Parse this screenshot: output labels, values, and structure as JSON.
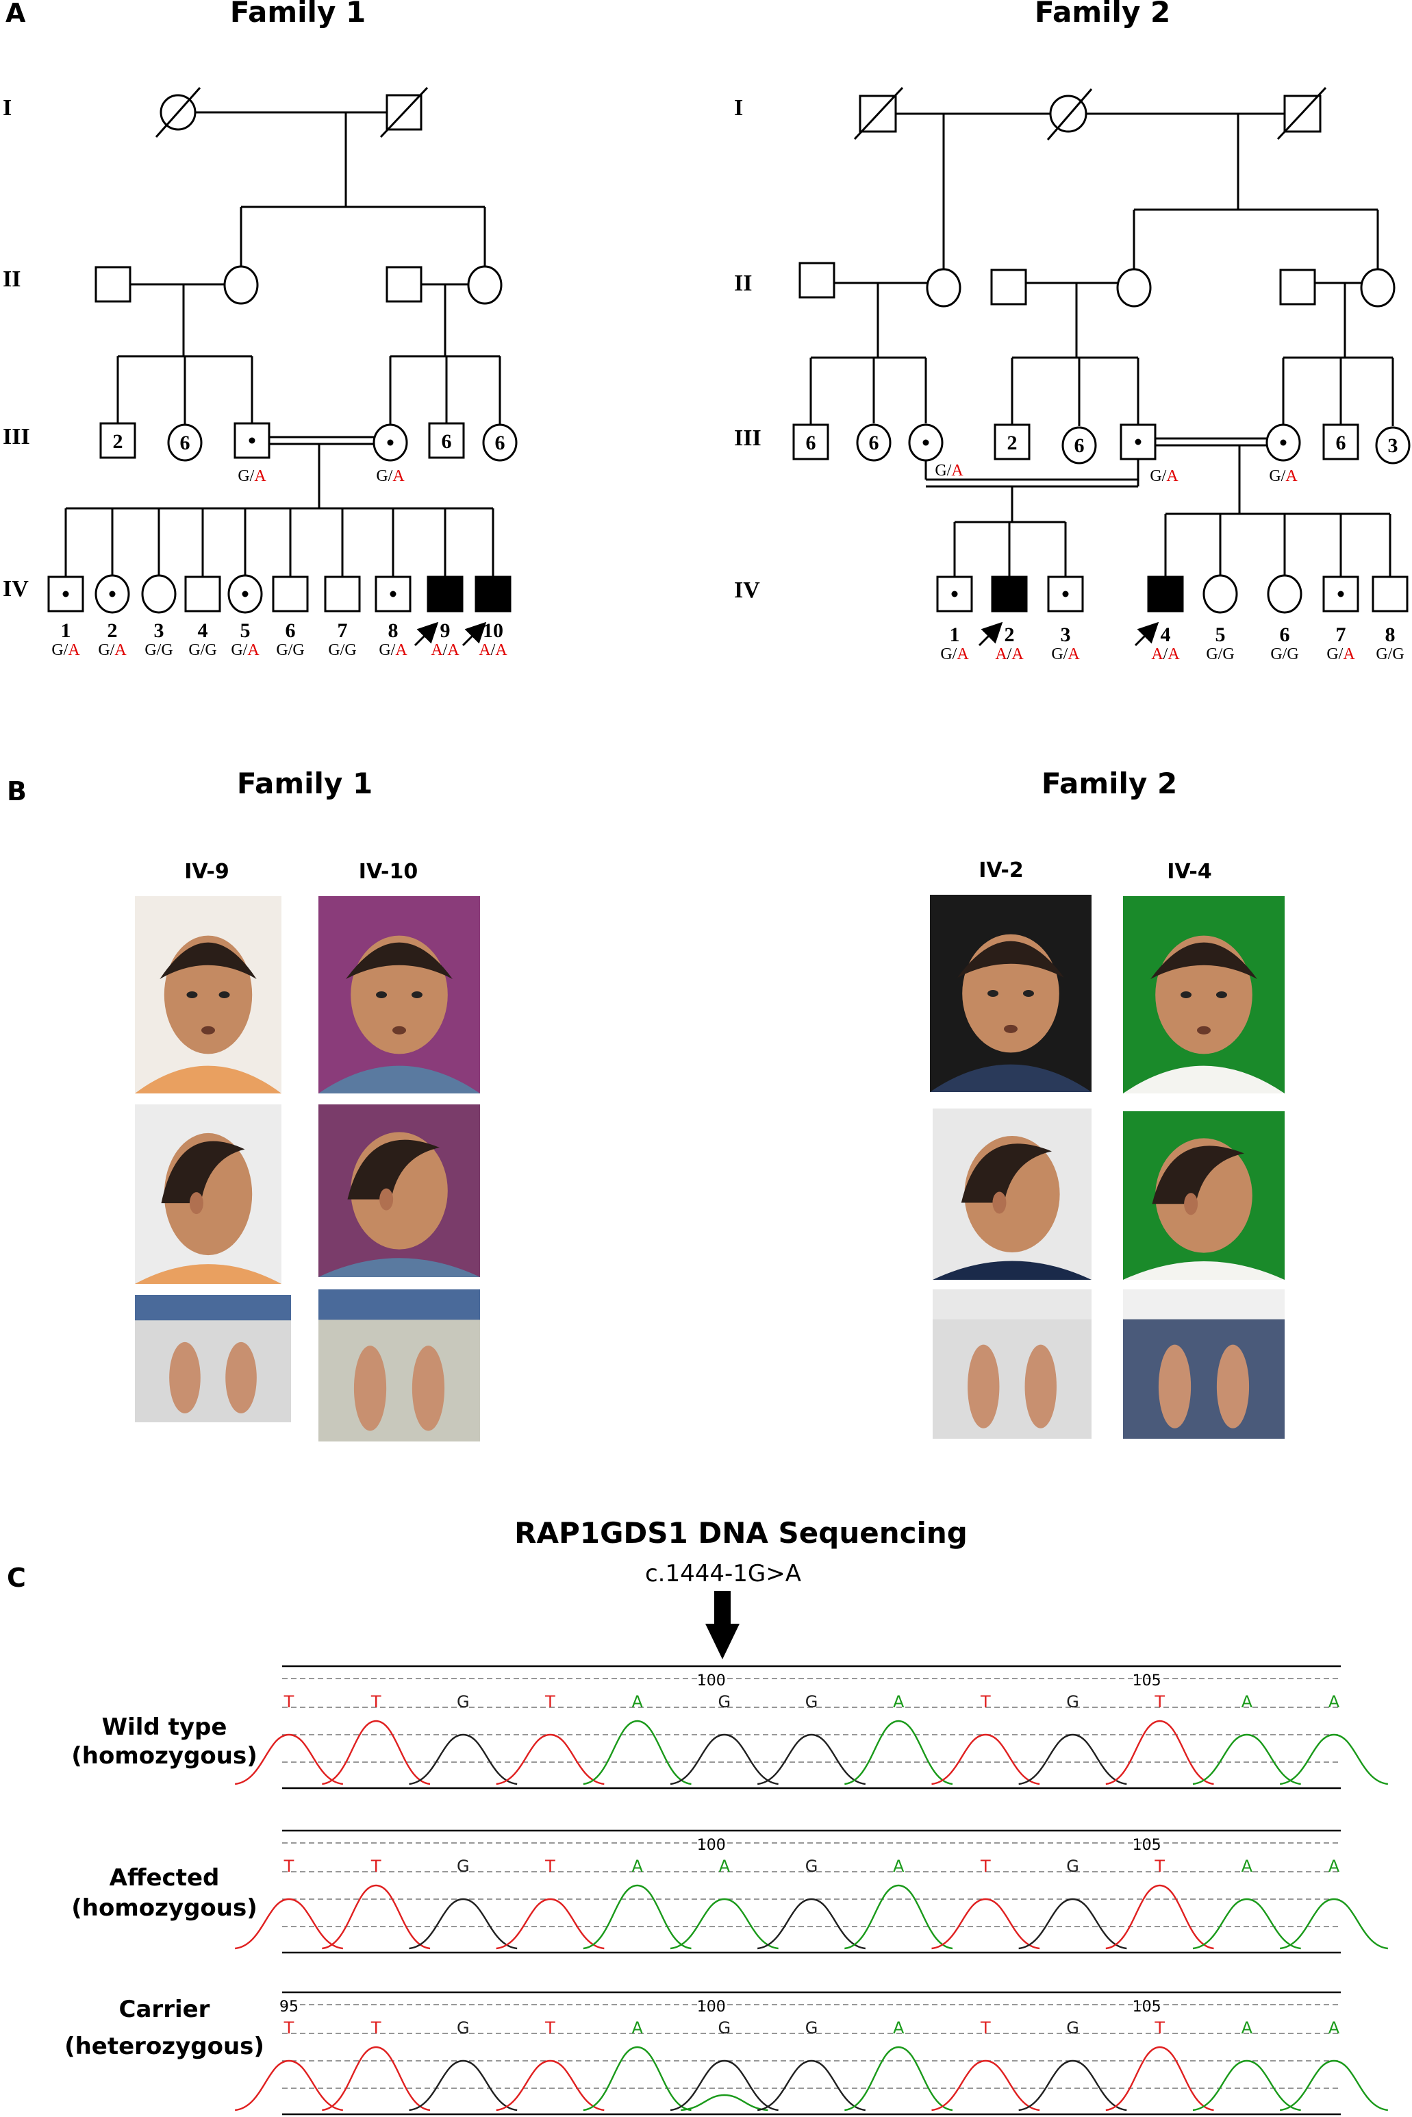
{
  "panel_a": {
    "letter": "A",
    "family1_title": "Family 1",
    "family2_title": "Family 2",
    "generations": [
      "I",
      "II",
      "III",
      "IV"
    ],
    "family1": {
      "gen3_counts": [
        "2",
        "6",
        "6",
        "6"
      ],
      "gen3_genotypes": [
        "G/A",
        "G/A"
      ],
      "gen4_numbers": [
        "1",
        "2",
        "3",
        "4",
        "5",
        "6",
        "7",
        "8",
        "9",
        "10"
      ],
      "gen4_genotypes": [
        "G/A",
        "G/A",
        "G/G",
        "G/G",
        "G/A",
        "G/G",
        "G/G",
        "G/A",
        "A/A",
        "A/A"
      ]
    },
    "family2": {
      "gen3_counts": [
        "6",
        "6",
        "2",
        "6",
        "6",
        "3"
      ],
      "gen3_genotypes": [
        "G/A",
        "G/A",
        "G/A"
      ],
      "gen4_numbers": [
        "1",
        "2",
        "3",
        "4",
        "5",
        "6",
        "7",
        "8"
      ],
      "gen4_genotypes": [
        "G/A",
        "A/A",
        "G/A",
        "A/A",
        "G/G",
        "G/G",
        "G/A",
        "G/G"
      ]
    }
  },
  "panel_b": {
    "letter": "B",
    "family1_title": "Family 1",
    "family2_title": "Family 2",
    "labels": [
      "IV-9",
      "IV-10",
      "IV-2",
      "IV-4"
    ]
  },
  "panel_c": {
    "letter": "C",
    "title": "RAP1GDS1 DNA Sequencing",
    "mutation": "c.1444-1G>A",
    "rows": [
      {
        "label1": "Wild type",
        "label2": "(homozygous)",
        "bases": [
          "T",
          "T",
          "G",
          "T",
          "A",
          "G",
          "G",
          "A",
          "T",
          "G",
          "T",
          "A",
          "A"
        ],
        "positions": [
          "100",
          "105"
        ]
      },
      {
        "label1": "Affected",
        "label2": "(homozygous)",
        "bases": [
          "T",
          "T",
          "G",
          "T",
          "A",
          "A",
          "G",
          "A",
          "T",
          "G",
          "T",
          "A",
          "A"
        ],
        "positions": [
          "100",
          "105"
        ]
      },
      {
        "label1": "Carrier",
        "label2": "(heterozygous)",
        "bases": [
          "T",
          "T",
          "G",
          "T",
          "A",
          "G",
          "G",
          "A",
          "T",
          "G",
          "T",
          "A",
          "A"
        ],
        "positions": [
          "95",
          "100",
          "105"
        ]
      }
    ]
  },
  "colors": {
    "allele_red": "#e00000",
    "base_T": "#e02020",
    "base_A": "#1a9a1a",
    "base_G": "#202020",
    "affected": "#000000"
  }
}
